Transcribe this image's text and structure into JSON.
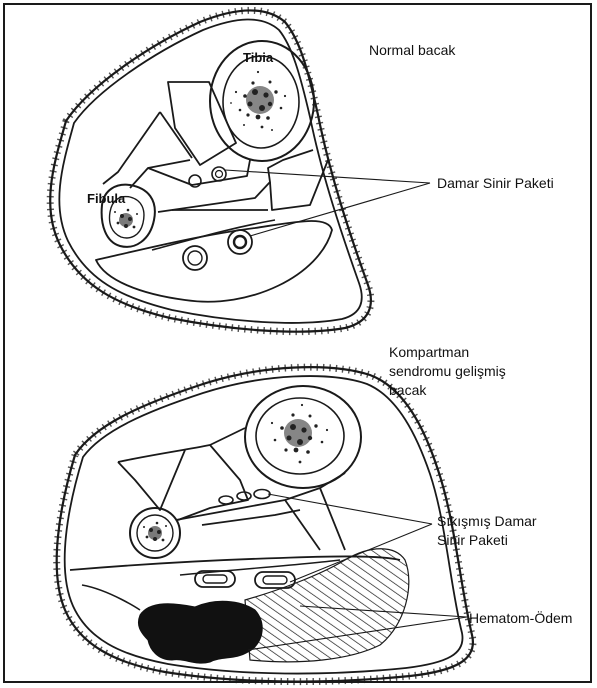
{
  "labels": {
    "normal_leg": "Normal bacak",
    "tibia": "Tibia",
    "fibula": "Fibula",
    "neurovascular_bundle": "Damar Sinir Paketi",
    "compartment_leg": "Kompartman\nsendromu gelişmiş\nbacak",
    "compressed_bundle": "Sıkışmış Damar\nSinir Paketi",
    "hematoma": "Hematom-Ödem"
  },
  "colors": {
    "line": "#1a1a1a",
    "marrow": "#222222",
    "hematoma_fill": "#111111",
    "background": "#ffffff"
  }
}
